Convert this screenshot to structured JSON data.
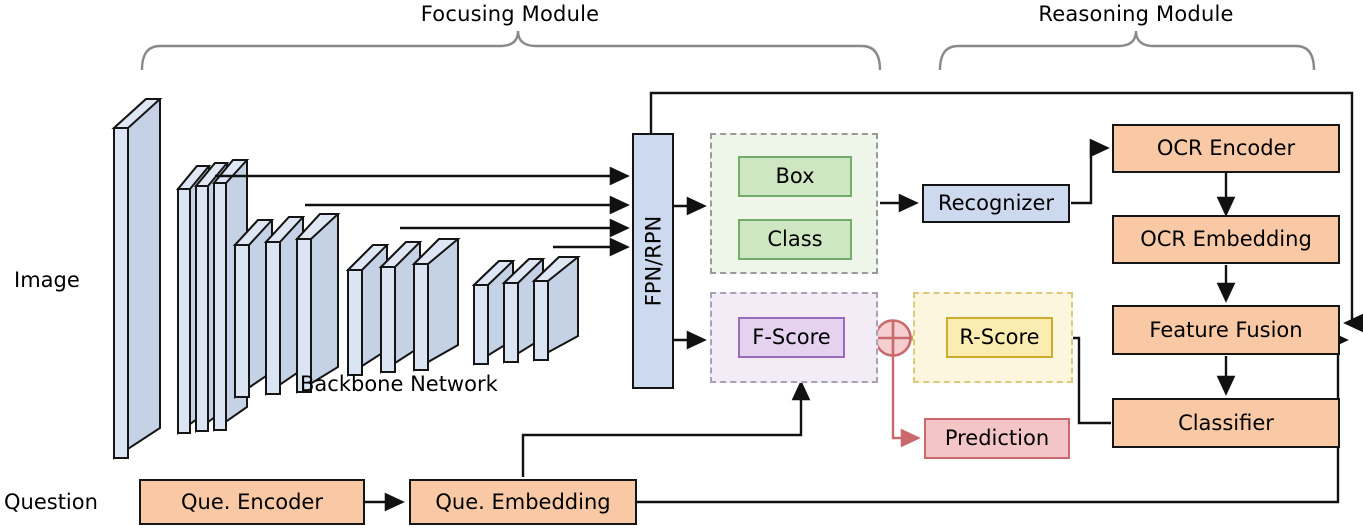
{
  "figure": {
    "type": "architecture-diagram",
    "modules": [
      {
        "name": "focusing",
        "title": "Focusing Module"
      },
      {
        "name": "reasoning",
        "title": "Reasoning Module"
      }
    ],
    "inputs": [
      {
        "name": "image",
        "label": "Image"
      },
      {
        "name": "question",
        "label": "Question"
      }
    ]
  },
  "focusing": {
    "title": "Focusing Module",
    "backbone_label": "Backbone Network",
    "fpn_label": "FPN/RPN",
    "detection_group": {
      "items": [
        {
          "name": "box",
          "label": "Box"
        },
        {
          "name": "class",
          "label": "Class"
        }
      ]
    },
    "fscore_group": {
      "items": [
        {
          "name": "f-score",
          "label": "F-Score"
        }
      ]
    }
  },
  "reasoning": {
    "title": "Reasoning Module",
    "recognizer_label": "Recognizer",
    "blocks": [
      {
        "name": "ocr-encoder",
        "label": "OCR Encoder"
      },
      {
        "name": "ocr-embedding",
        "label": "OCR Embedding"
      },
      {
        "name": "feature-fusion",
        "label": "Feature Fusion"
      },
      {
        "name": "classifier",
        "label": "Classifier"
      }
    ],
    "rscore_group": {
      "items": [
        {
          "name": "r-score",
          "label": "R-Score"
        }
      ]
    },
    "prediction_label": "Prediction"
  },
  "question_path": {
    "input_label": "Question",
    "encoder_label": "Que. Encoder",
    "embedding_label": "Que. Embedding"
  },
  "image_path": {
    "input_label": "Image"
  },
  "fusion_node": {
    "name": "sum-node",
    "symbol": "⊕"
  },
  "colors": {
    "orange_fill": "#f8c9a4",
    "blue_fill": "#ccd9ee",
    "green_fill": "#cfe6c3",
    "green_border": "#74ad6a",
    "green_group_fill": "#eef6e9",
    "purple_fill": "#e4d2ef",
    "purple_border": "#9a6bbd",
    "purple_group_fill": "#f3ecf7",
    "yellow_fill": "#fbedb0",
    "yellow_border": "#cdab2c",
    "yellow_group_fill": "#fdf6de",
    "red_fill": "#f3c5c6",
    "red_border": "#c9696d",
    "slab_fill": "#ccd9ee",
    "outline": "#151515",
    "brace": "#8a8a8a"
  }
}
